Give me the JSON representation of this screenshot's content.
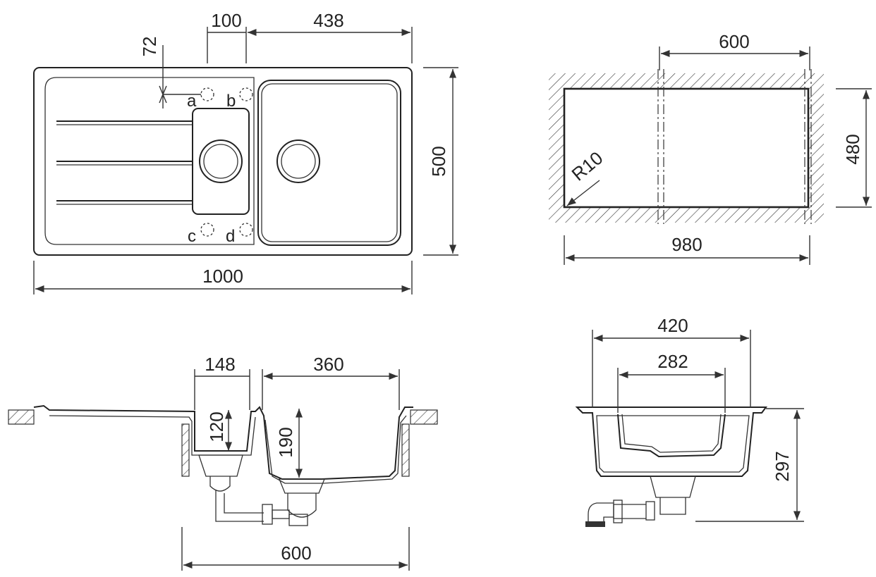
{
  "top_view": {
    "dims": {
      "width_overall": "1000",
      "height_overall": "500",
      "bowl_offset": "100",
      "bowl_width": "438",
      "tap_offset": "72"
    },
    "tap_holes": [
      "a",
      "b",
      "c",
      "d"
    ]
  },
  "cutout": {
    "dims": {
      "width": "980",
      "height": "480",
      "half_width": "600",
      "radius": "R10"
    }
  },
  "front_section": {
    "dims": {
      "small_bowl_width": "148",
      "main_bowl_width": "360",
      "small_bowl_depth": "120",
      "main_bowl_depth": "190",
      "cabinet_width": "600"
    }
  },
  "side_section": {
    "dims": {
      "top_width": "420",
      "inner_width": "282",
      "depth": "297"
    }
  }
}
